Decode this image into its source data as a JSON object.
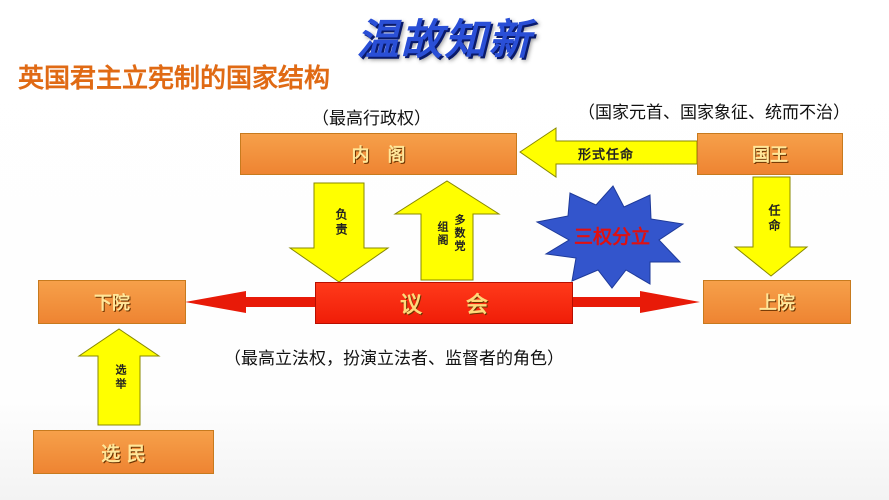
{
  "title": "温故知新",
  "subtitle": "英国君主立宪制的国家结构",
  "notes": {
    "cabinet_note": "（最高行政权）",
    "king_note": "（国家元首、国家象征、统而不治）",
    "parliament_note": "（最高立法权，扮演立法者、监督者的角色）"
  },
  "boxes": {
    "cabinet": "内　阁",
    "king": "国王",
    "lower_house": "下院",
    "parliament": "议　　会",
    "upper_house": "上院",
    "voters": "选 民"
  },
  "arrows": {
    "king_to_cabinet": "形式任命",
    "king_to_upper": "任命",
    "cabinet_to_parliament": "负责",
    "parliament_to_cabinet_line1": "多数党",
    "parliament_to_cabinet_line2": "组阁",
    "voters_to_lower": "选举"
  },
  "burst_label": "三权分立",
  "colors": {
    "title_blue": "#2a4fd6",
    "subtitle_orange": "#e06a14",
    "box_orange": "#ef8b38",
    "parliament_red": "#f21f0a",
    "arrow_yellow": "#ffff00",
    "burst_blue": "#3355cc"
  }
}
